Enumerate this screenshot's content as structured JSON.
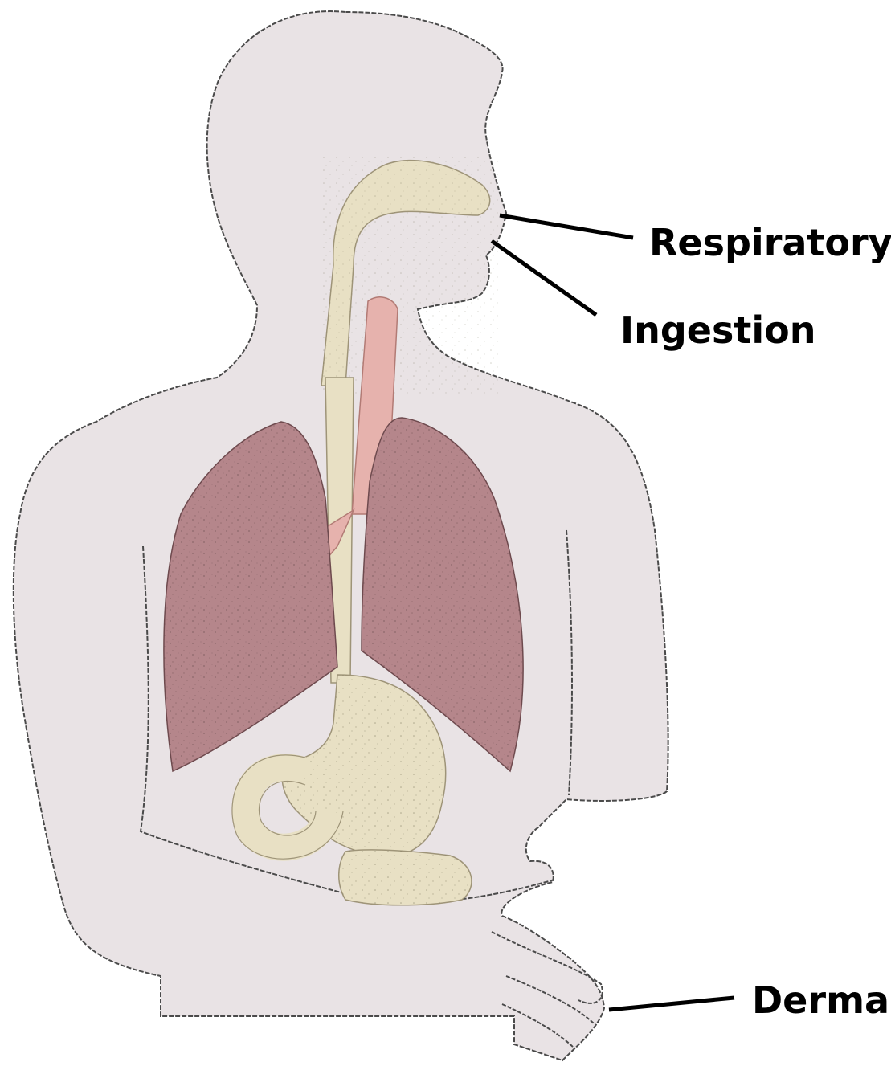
{
  "labels": {
    "respiratory": "Respiratory",
    "ingestion": "Ingestion",
    "dermal": "Dermal"
  },
  "colors": {
    "background": "#ffffff",
    "body": "#e9e3e5",
    "outline": "#4a4a4a",
    "lungs": "#b5868b",
    "trachea": "#e6b2ad",
    "digestive": "#e8e0c4",
    "leader_lines": "#000000"
  }
}
